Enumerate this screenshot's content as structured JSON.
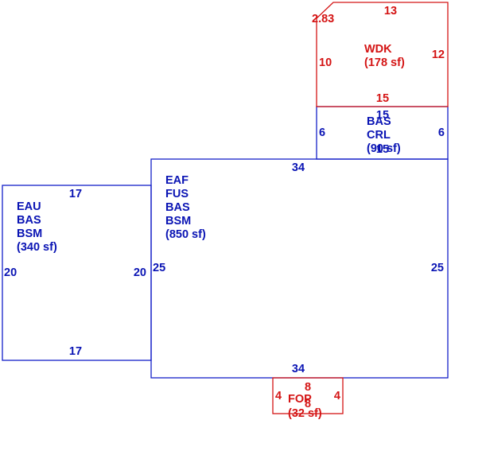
{
  "colors": {
    "blue": "#1420c8",
    "red": "#d41414"
  },
  "areas": {
    "eau": {
      "codes": [
        "EAU",
        "BAS",
        "BSM"
      ],
      "area": "(340 sf)",
      "dims": {
        "top": "17",
        "bottom": "17",
        "left": "20",
        "right": "20"
      }
    },
    "eaf": {
      "codes": [
        "EAF",
        "FUS",
        "BAS",
        "BSM"
      ],
      "area": "(850 sf)",
      "dims": {
        "top": "34",
        "bottom": "34",
        "left": "25",
        "right": "25"
      }
    },
    "crl": {
      "codes": [
        "BAS",
        "CRL"
      ],
      "area": "(90 sf)",
      "dims": {
        "top": "15",
        "bottom": "15",
        "left": "6",
        "right": "6"
      }
    },
    "wdk": {
      "codes": [
        "WDK"
      ],
      "area": "(178 sf)",
      "dims": {
        "top": "13",
        "bottom": "15",
        "left": "10",
        "right": "12",
        "corner": "2.83"
      }
    },
    "fop": {
      "codes": [
        "FOP"
      ],
      "area": "(32 sf)",
      "dims": {
        "top": "8",
        "bottom": "8",
        "left": "4",
        "right": "4"
      }
    }
  }
}
